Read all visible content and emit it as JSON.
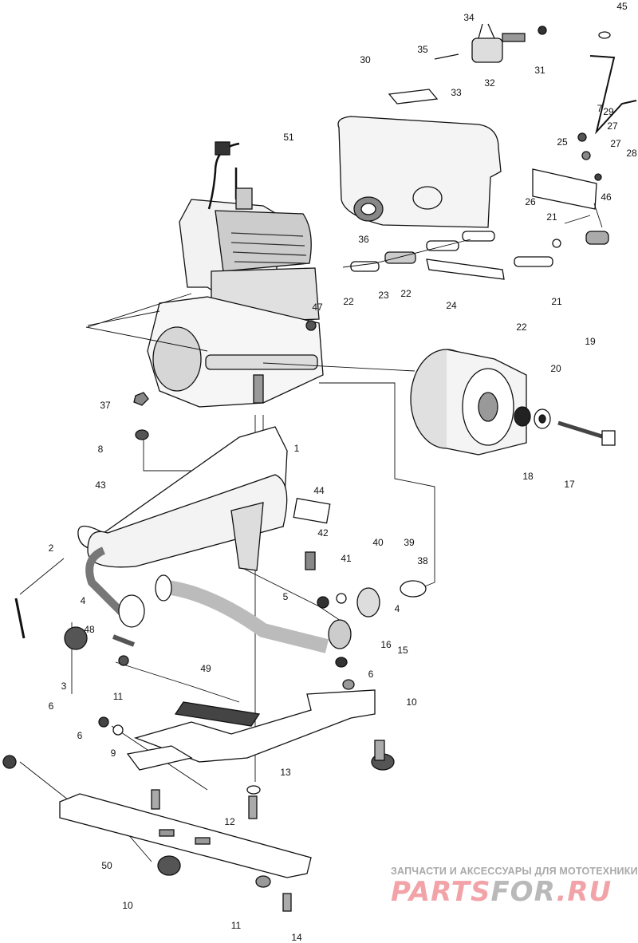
{
  "diagram_title": "",
  "callouts": [
    "45",
    "34",
    "35",
    "31",
    "32",
    "33",
    "30",
    "7",
    "29",
    "27",
    "27",
    "28",
    "25",
    "51",
    "26",
    "21",
    "46",
    "36",
    "22",
    "23",
    "22",
    "24",
    "21",
    "22",
    "47",
    "19",
    "20",
    "37",
    "8",
    "43",
    "18",
    "17",
    "1",
    "44",
    "42",
    "40",
    "39",
    "41",
    "38",
    "2",
    "5",
    "4",
    "4",
    "48",
    "16",
    "15",
    "3",
    "49",
    "6",
    "11",
    "10",
    "6",
    "6",
    "9",
    "13",
    "12",
    "50",
    "10",
    "11",
    "14"
  ],
  "watermark": {
    "tagline": "ЗАПЧАСТИ И АКСЕССУАРЫ ДЛЯ МОТОТЕХНИКИ",
    "logo_a": "PARTS",
    "logo_b": "FOR",
    "logo_c": ".RU"
  }
}
